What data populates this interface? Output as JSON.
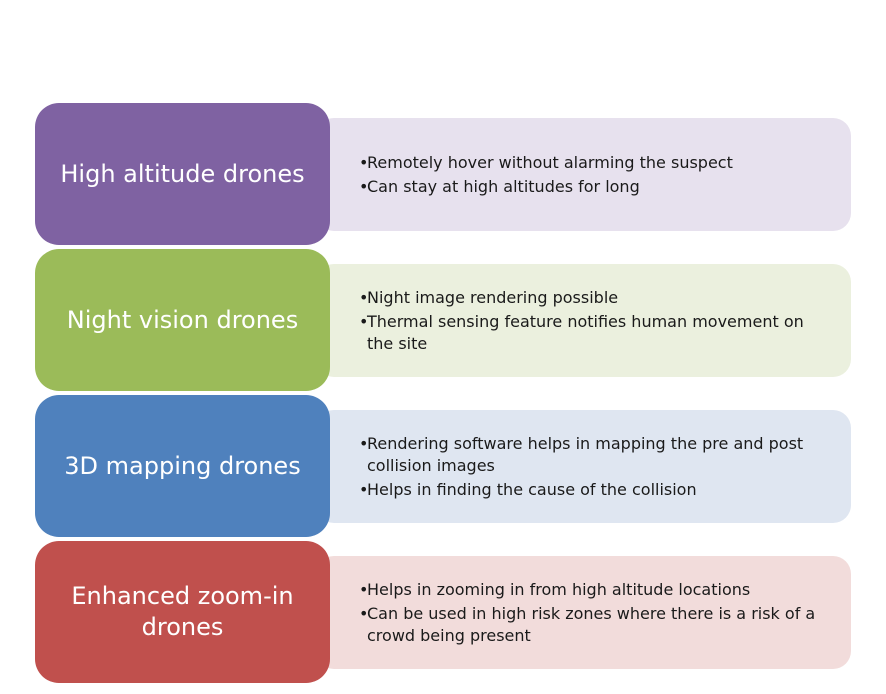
{
  "categories": [
    {
      "title": "High altitude drones",
      "colors": {
        "label_bg": "#7f62a2",
        "detail_bg": "#e7e1ee"
      },
      "bullets": [
        "Remotely hover without alarming the suspect",
        "Can stay at high altitudes for long"
      ]
    },
    {
      "title": "Night vision drones",
      "colors": {
        "label_bg": "#9bbb59",
        "detail_bg": "#ebf0de"
      },
      "bullets": [
        "Night image rendering possible",
        "Thermal sensing feature notifies human movement on the site"
      ]
    },
    {
      "title": "3D mapping drones",
      "colors": {
        "label_bg": "#4f81bd",
        "detail_bg": "#dfe6f1"
      },
      "bullets": [
        "Rendering software helps in mapping the pre and post collision images",
        "Helps in finding the cause of the collision"
      ]
    },
    {
      "title": "Enhanced zoom-in drones",
      "colors": {
        "label_bg": "#c0504d",
        "detail_bg": "#f2dcdb"
      },
      "bullets": [
        "Helps in zooming in from high altitude locations",
        "Can be used in high risk zones where there is a risk of a crowd being present"
      ]
    }
  ],
  "bullet_symbol": "•"
}
